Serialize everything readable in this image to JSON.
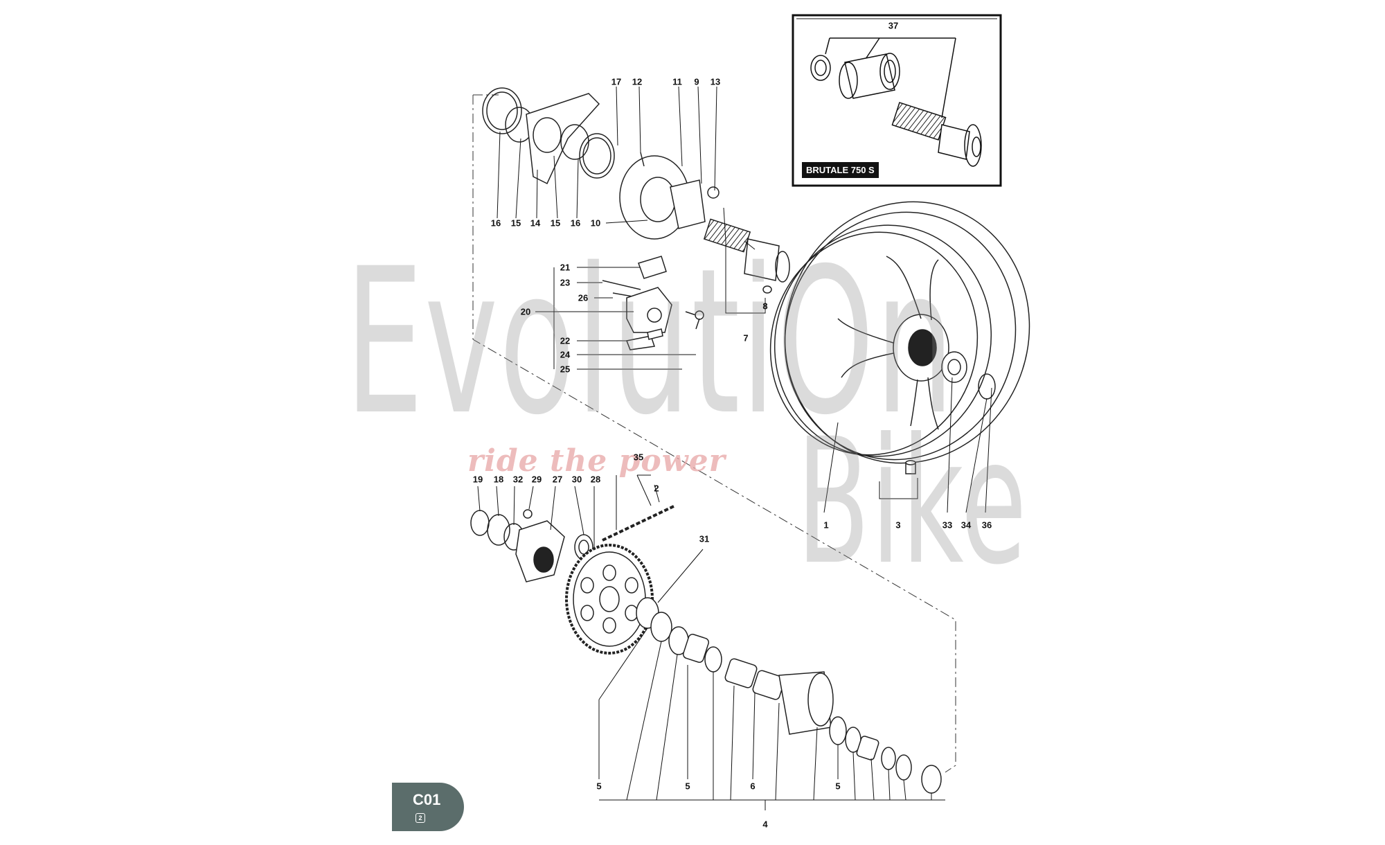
{
  "watermark": {
    "line1": "EvolutiOn",
    "line2": "Bike",
    "tagline": "ride the power"
  },
  "inset": {
    "caption": "BRUTALE 750 S",
    "callout": "37"
  },
  "badge": {
    "code": "C01",
    "sub": "2"
  },
  "part_labels": [
    "1",
    "2",
    "3",
    "4",
    "5",
    "5",
    "5",
    "6",
    "7",
    "8",
    "9",
    "10",
    "11",
    "12",
    "13",
    "14",
    "15",
    "15",
    "16",
    "16",
    "17",
    "18",
    "19",
    "20",
    "21",
    "22",
    "23",
    "24",
    "25",
    "26",
    "27",
    "28",
    "29",
    "30",
    "31",
    "32",
    "33",
    "34",
    "35",
    "36"
  ],
  "colors": {
    "ink": "#111111",
    "badge": "#5b6d6b",
    "tagline": "#e8a6a6",
    "watermark": "#8a8a8a"
  }
}
